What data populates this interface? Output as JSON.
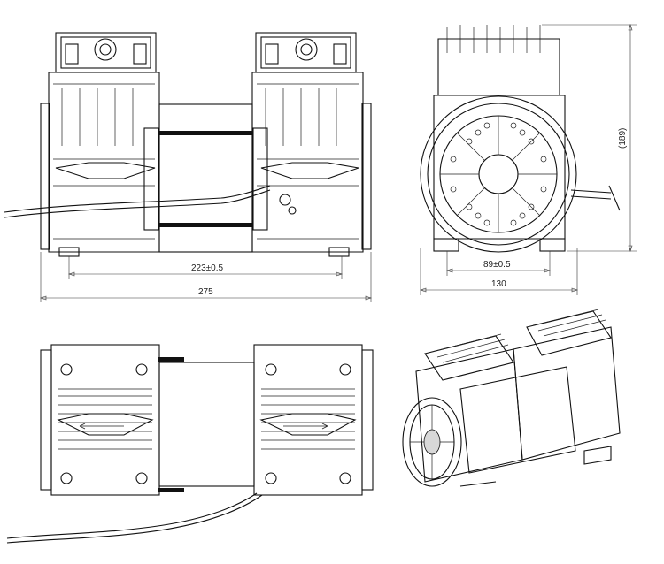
{
  "dimensions": {
    "mount_span_front": "223±0.5",
    "overall_length": "275",
    "mount_span_side": "89±0.5",
    "overall_width": "130",
    "overall_height": "(189)"
  }
}
